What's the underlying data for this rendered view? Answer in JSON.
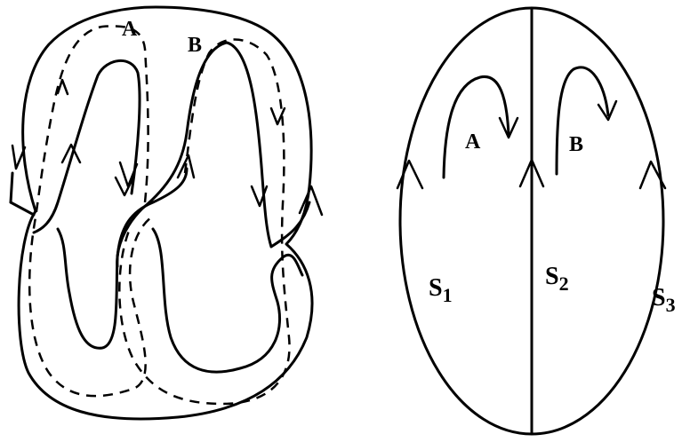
{
  "left_diagram": {
    "labels": {
      "a": "A",
      "b": "B"
    }
  },
  "right_diagram": {
    "labels": {
      "a": "A",
      "b": "B"
    },
    "sheets": [
      {
        "letter": "S",
        "index": "1"
      },
      {
        "letter": "S",
        "index": "2"
      },
      {
        "letter": "S",
        "index": "3"
      }
    ]
  }
}
